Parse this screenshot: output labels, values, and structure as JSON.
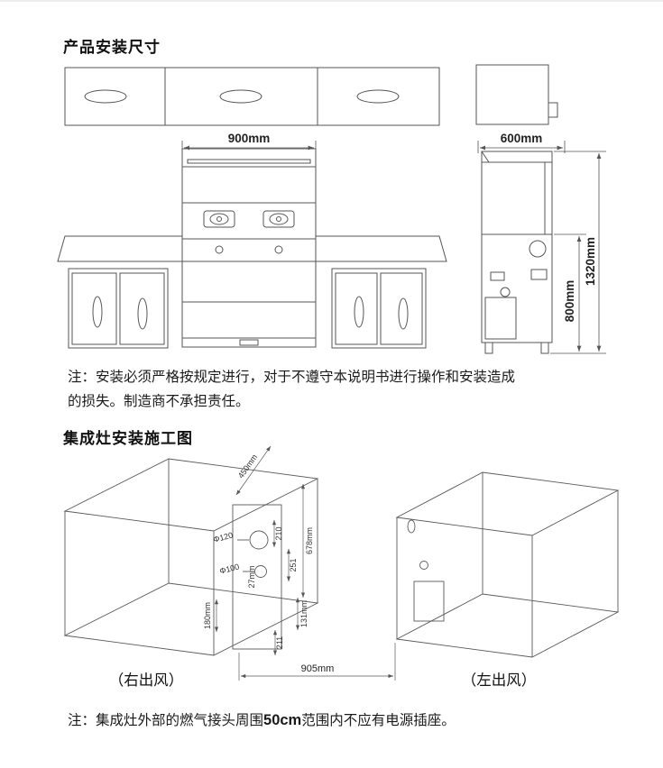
{
  "page": {
    "title_product_dims": "产品安装尺寸",
    "title_construction": "集成灶安装施工图",
    "note_install": "注：安装必须严格按规定进行，对于不遵守本说明书进行操作和安装造成\n的损失。制造商不承担责任。",
    "note_socket_prefix": "注：集成灶外部的燃气接头周围",
    "note_socket_highlight": "50cm",
    "note_socket_suffix": "范围内不应有电源插座。"
  },
  "front_view": {
    "width_label": "900mm"
  },
  "side_view": {
    "depth_label": "600mm",
    "total_height_label": "1320mm",
    "counter_height_label": "800mm"
  },
  "construction": {
    "right_outlet_label": "（右出风）",
    "left_outlet_label": "（左出风）",
    "dims": {
      "d450": "450mm",
      "phi120": "Φ120",
      "d210": "210",
      "phi100": "Φ100",
      "d27": "27mm",
      "d251": "251",
      "d678": "678mm",
      "d180": "180mm",
      "d131": "131mm",
      "d211": "211",
      "d905": "905mm"
    }
  }
}
